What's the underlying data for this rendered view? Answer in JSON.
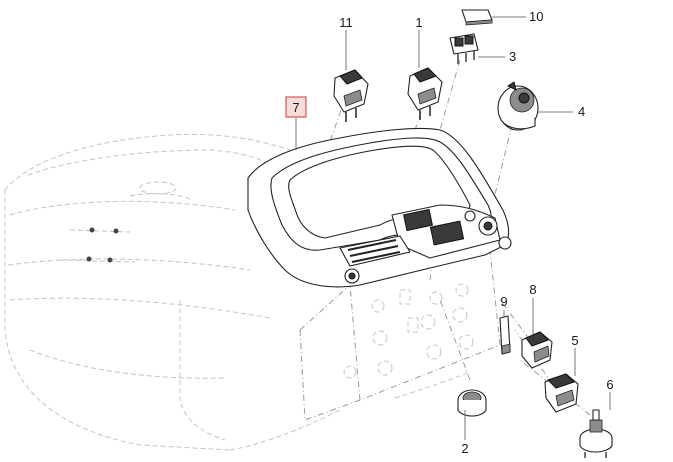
{
  "callouts": [
    {
      "id": "1",
      "label": "1"
    },
    {
      "id": "2",
      "label": "2"
    },
    {
      "id": "3",
      "label": "3"
    },
    {
      "id": "4",
      "label": "4"
    },
    {
      "id": "5",
      "label": "5"
    },
    {
      "id": "6",
      "label": "6"
    },
    {
      "id": "7",
      "label": "7",
      "highlighted": true
    },
    {
      "id": "8",
      "label": "8"
    },
    {
      "id": "9",
      "label": "9"
    },
    {
      "id": "10",
      "label": "10"
    },
    {
      "id": "11",
      "label": "11"
    }
  ],
  "colors": {
    "highlight_border": "#d9534f",
    "highlight_fill": "#f7dcdc",
    "line": "#222222",
    "ghost": "#c4c4c4"
  }
}
